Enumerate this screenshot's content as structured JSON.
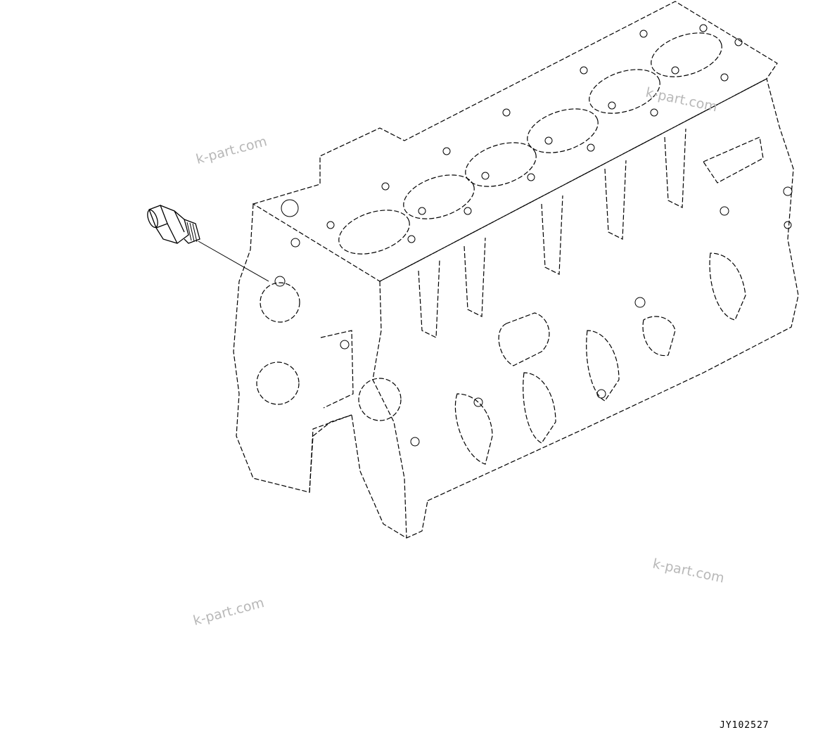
{
  "watermarks": [
    "k-part.com",
    "k-part.com",
    "k-part.com",
    "k-part.com"
  ],
  "drawing_id": "JY102527",
  "components": {
    "part": "sensor-icon",
    "assembly": "engine-block-icon"
  }
}
